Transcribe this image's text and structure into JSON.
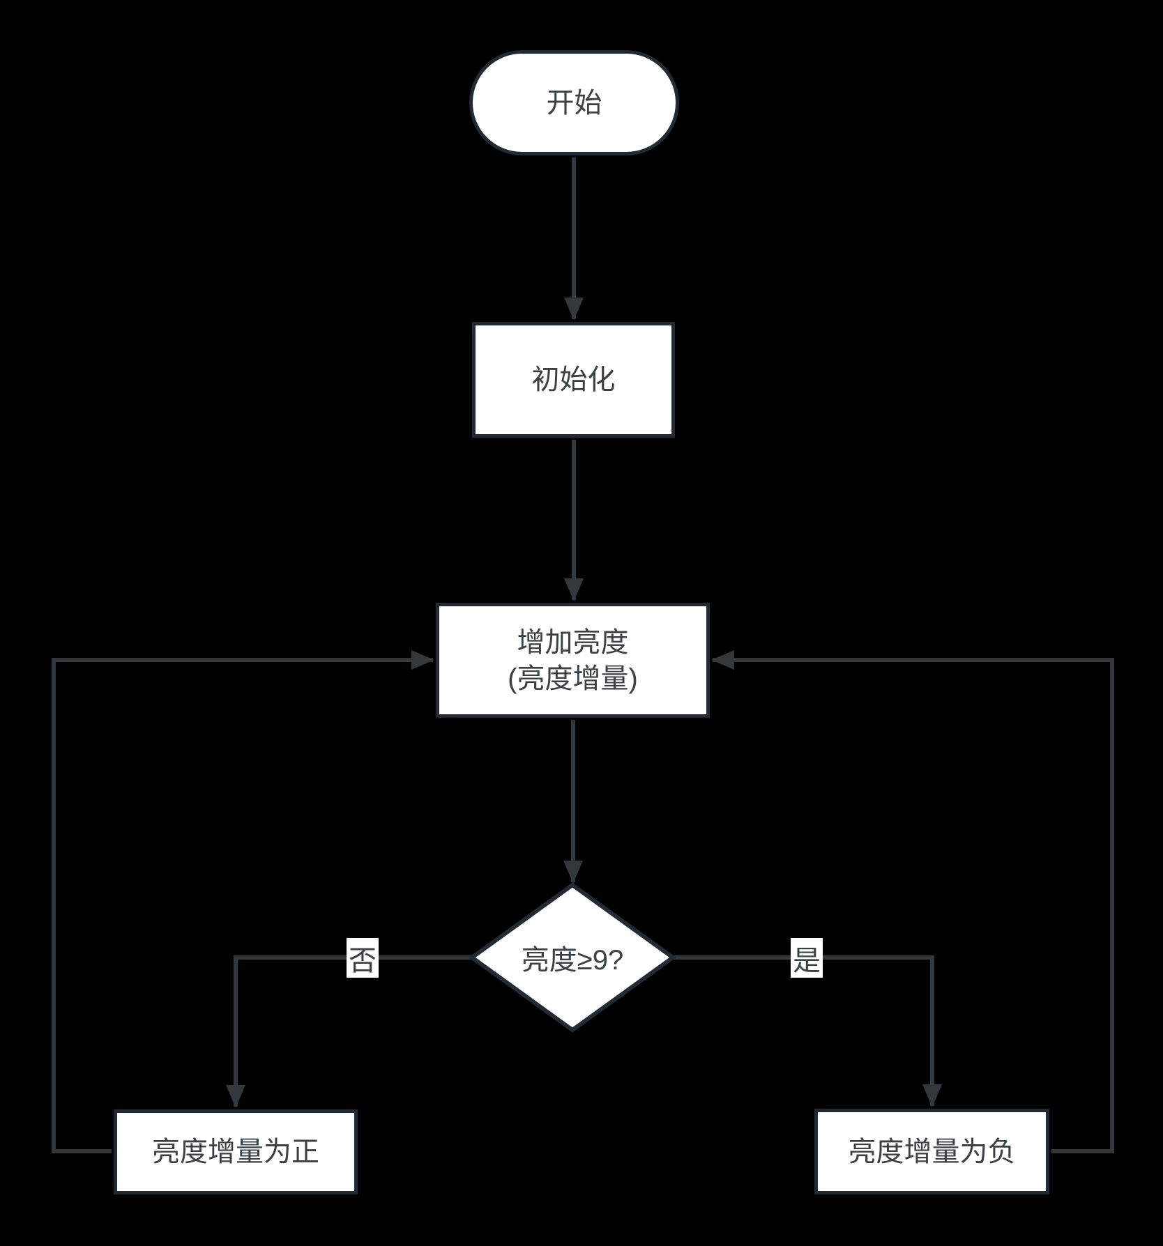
{
  "diagram": {
    "type": "flowchart",
    "colors": {
      "background": "#000000",
      "node_fill": "#ffffff",
      "node_border": "#222b35",
      "edge_stroke": "#33383b",
      "text": "#3c4043"
    },
    "nodes": {
      "start": {
        "type": "terminator",
        "label": "开始"
      },
      "init": {
        "type": "process",
        "label": "初始化"
      },
      "increase": {
        "type": "process",
        "label_line1": "增加亮度",
        "label_line2": "(亮度增量)"
      },
      "decision": {
        "type": "decision",
        "label": "亮度≥9?"
      },
      "positive": {
        "type": "process",
        "label": "亮度增量为正"
      },
      "negative": {
        "type": "process",
        "label": "亮度增量为负"
      }
    },
    "edge_labels": {
      "no": "否",
      "yes": "是"
    }
  }
}
